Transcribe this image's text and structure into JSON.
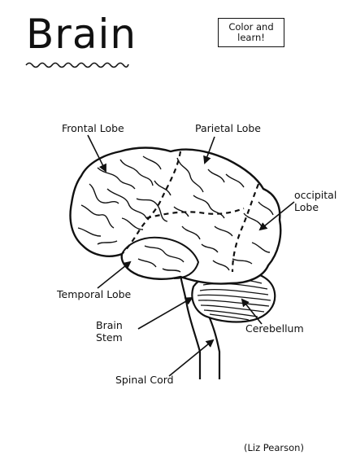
{
  "header": {
    "title": "Brain",
    "badge": "Color and learn!"
  },
  "labels": {
    "frontal_lobe": "Frontal Lobe",
    "parietal_lobe": "Parietal Lobe",
    "occipital_line1": "occipital",
    "occipital_line2": "Lobe",
    "temporal_lobe": "Temporal Lobe",
    "brain_stem_line1": "Brain",
    "brain_stem_line2": "Stem",
    "cerebellum": "Cerebellum",
    "spinal_cord": "Spinal Cord"
  },
  "footer": {
    "credit": "(Liz Pearson)"
  },
  "colors": {
    "ink": "#111111",
    "paper": "#ffffff"
  }
}
